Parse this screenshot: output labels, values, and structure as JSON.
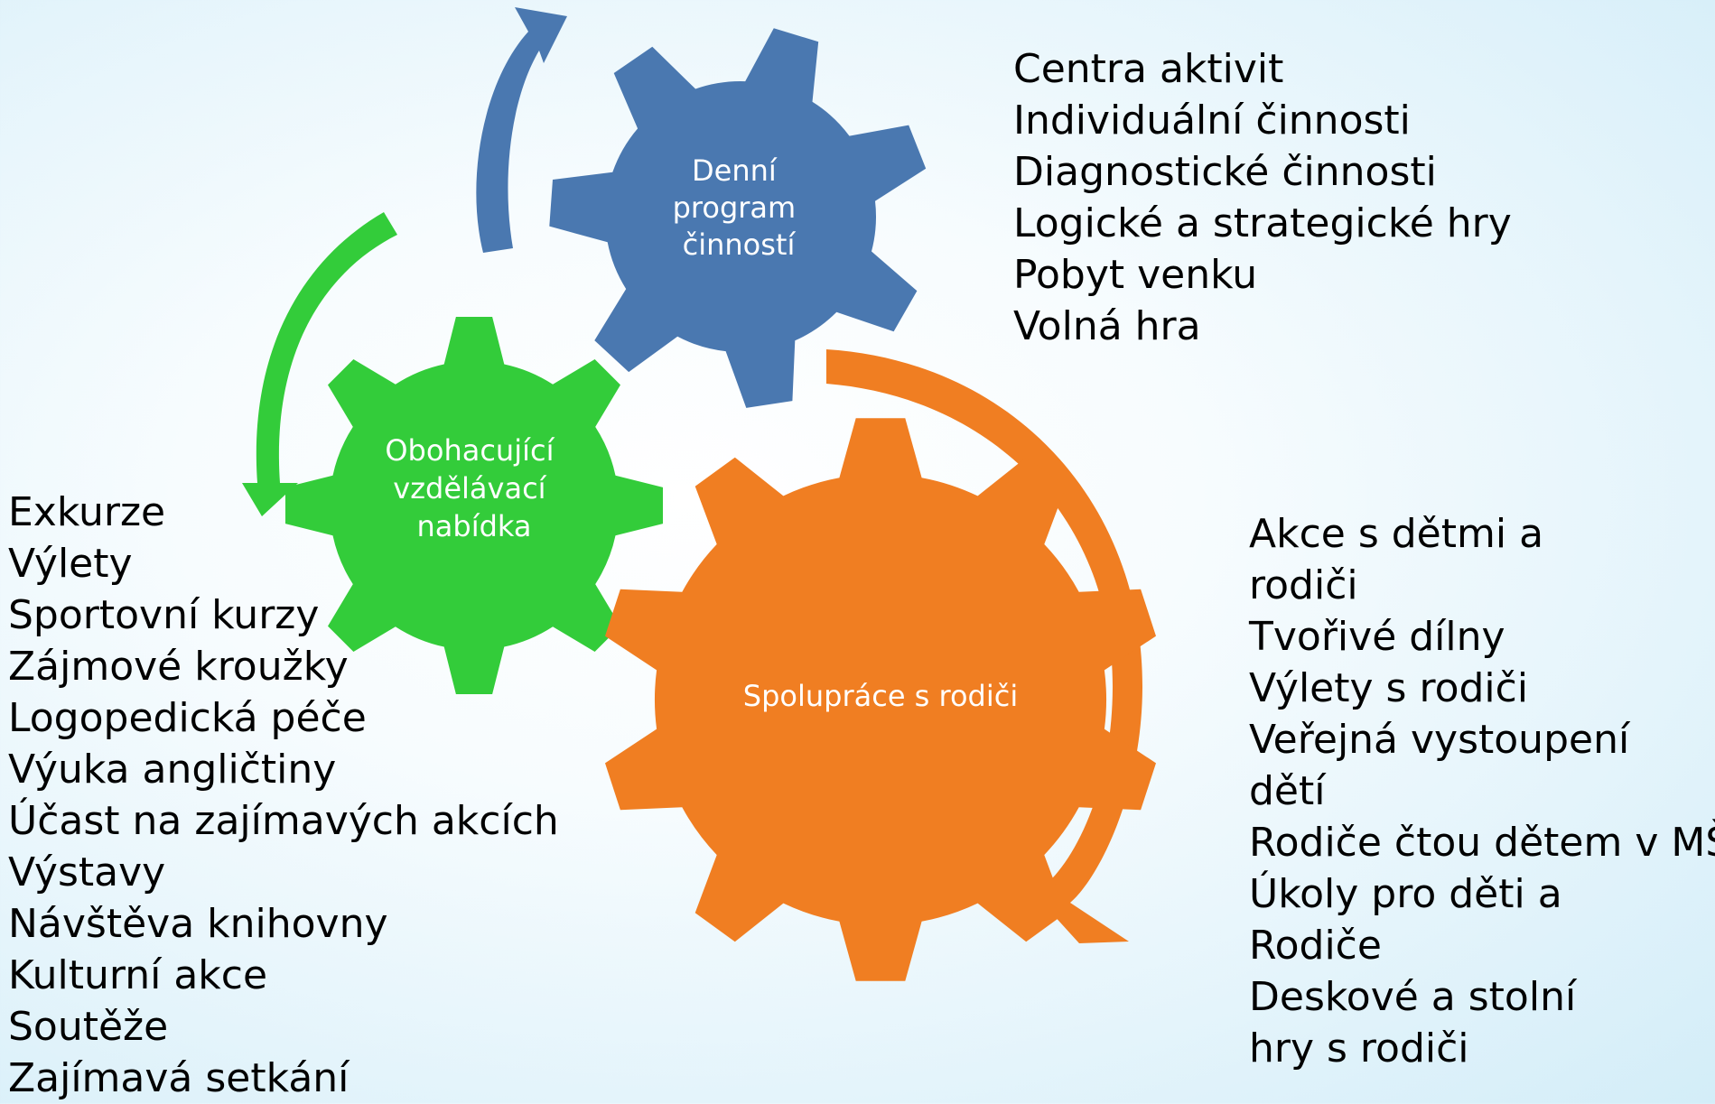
{
  "gears": {
    "blue": {
      "label_lines": [
        "Denní",
        "program",
        "činností"
      ],
      "color": "#4a78b0"
    },
    "green": {
      "label_lines": [
        "Obohacující",
        "vzdělávací",
        "nabídka"
      ],
      "color": "#33cc3a"
    },
    "orange": {
      "label_lines": [
        "Spolupráce s rodiči"
      ],
      "color": "#f07e22"
    }
  },
  "lists": {
    "top_right": [
      "Centra aktivit",
      "Individuální  činnosti",
      "Diagnostické činnosti",
      "Logické a strategické hry",
      "Pobyt venku",
      "Volná hra"
    ],
    "left": [
      "Exkurze",
      "Výlety",
      "Sportovní kurzy",
      "Zájmové kroužky",
      "Logopedická péče",
      "Výuka angličtiny",
      "Účast na zajímavých akcích",
      "Výstavy",
      "Návštěva knihovny",
      "Kulturní akce",
      "Soutěže",
      "Zajímavá setkání"
    ],
    "bottom_right": [
      "Akce s dětmi a",
      "rodiči",
      "Tvořivé dílny",
      "Výlety s rodiči",
      "Veřejná vystoupení",
      "dětí",
      "Rodiče čtou dětem v MŠ",
      "Úkoly pro děti a",
      "Rodiče",
      "Deskové a stolní",
      "hry s rodiči"
    ]
  },
  "colors": {
    "text": "#000000",
    "gear_text": "#ffffff",
    "background": "#e4f4fb"
  }
}
